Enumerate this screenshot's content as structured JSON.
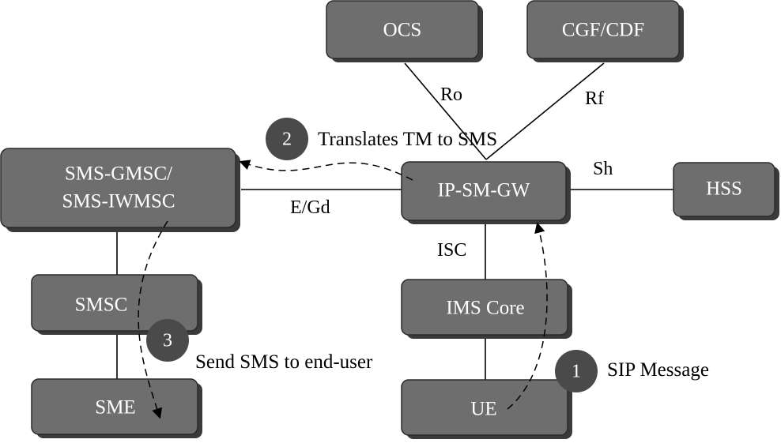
{
  "nodes": {
    "ocs": "OCS",
    "cgf_cdf": "CGF/CDF",
    "sms_gmsc_line1": "SMS-GMSC/",
    "sms_gmsc_line2": "SMS-IWMSC",
    "ip_sm_gw": "IP-SM-GW",
    "hss": "HSS",
    "smsc": "SMSC",
    "ims_core": "IMS Core",
    "sme": "SME",
    "ue": "UE"
  },
  "links": {
    "ro": "Ro",
    "rf": "Rf",
    "sh": "Sh",
    "e_gd": "E/Gd",
    "isc": "ISC"
  },
  "steps": [
    {
      "number": "1",
      "label": "SIP Message"
    },
    {
      "number": "2",
      "label": "Translates TM to SMS"
    },
    {
      "number": "3",
      "label": "Send SMS to end-user"
    }
  ]
}
